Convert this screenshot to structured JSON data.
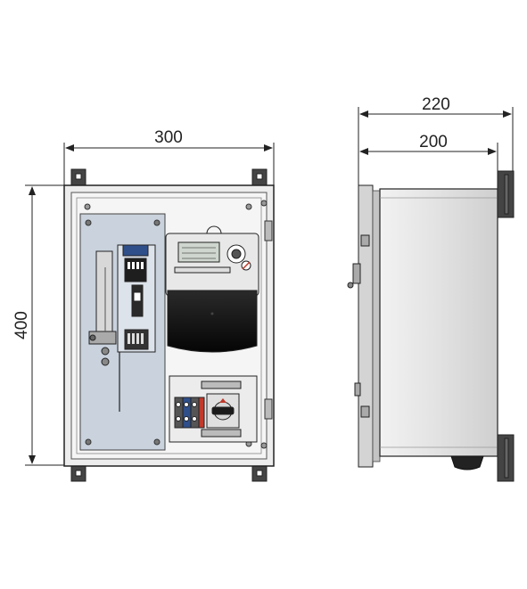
{
  "dimensions": {
    "front_width": "300",
    "front_height": "400",
    "side_depth_total": "220",
    "side_depth_body": "200"
  },
  "colors": {
    "line": "#222222",
    "enclosure_fill": "#eeeeee",
    "mount_plate": "#c9d2dd",
    "side_fill": "#dcdcdc",
    "bracket": "#444444",
    "meter_black": "#111111",
    "terminal_blue": "#2f4f8a",
    "terminal_red": "#c0392b"
  }
}
